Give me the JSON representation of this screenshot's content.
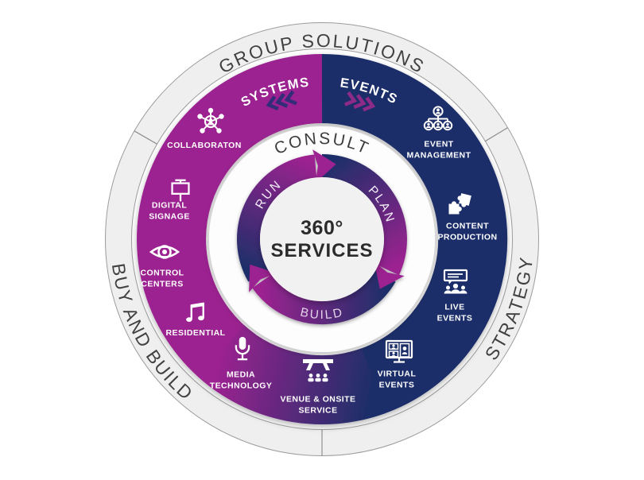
{
  "outer": {
    "top_label": "GROUP SOLUTIONS",
    "right_label": "STRATEGY",
    "left_label": "BUY AND BUILD"
  },
  "sectors": {
    "systems_label": "SYSTEMS",
    "events_label": "EVENTS"
  },
  "cycle": {
    "consult_label": "CONSULT",
    "plan_label": "PLAN",
    "build_label": "BUILD",
    "run_label": "RUN"
  },
  "center": {
    "value": "360°",
    "label": "SERVICES"
  },
  "items": [
    {
      "label": "COLLABORATON",
      "icon": "network-icon"
    },
    {
      "label": "DIGITAL\nSIGNAGE",
      "icon": "signage-icon"
    },
    {
      "label": "CONTROL\nCENTERS",
      "icon": "eye-icon"
    },
    {
      "label": "RESIDENTIAL",
      "icon": "music-note-icon"
    },
    {
      "label": "MEDIA\nTECHNOLOGY",
      "icon": "microphone-icon"
    },
    {
      "label": "VENUE & ONSITE\nSERVICE",
      "icon": "stage-icon"
    },
    {
      "label": "VIRTUAL\nEVENTS",
      "icon": "video-call-icon"
    },
    {
      "label": "LIVE\nEVENTS",
      "icon": "presentation-audience-icon"
    },
    {
      "label": "CONTENT\nPRODUCTION",
      "icon": "puzzle-icon"
    },
    {
      "label": "EVENT\nMANAGEMENT",
      "icon": "org-chart-icon"
    }
  ],
  "colors": {
    "magenta": "#9B2390",
    "navy": "#1D2F69",
    "ring_gray": "#EFEFEF",
    "chevron_navy": "#322C79",
    "chevron_magenta": "#8E2A88"
  }
}
